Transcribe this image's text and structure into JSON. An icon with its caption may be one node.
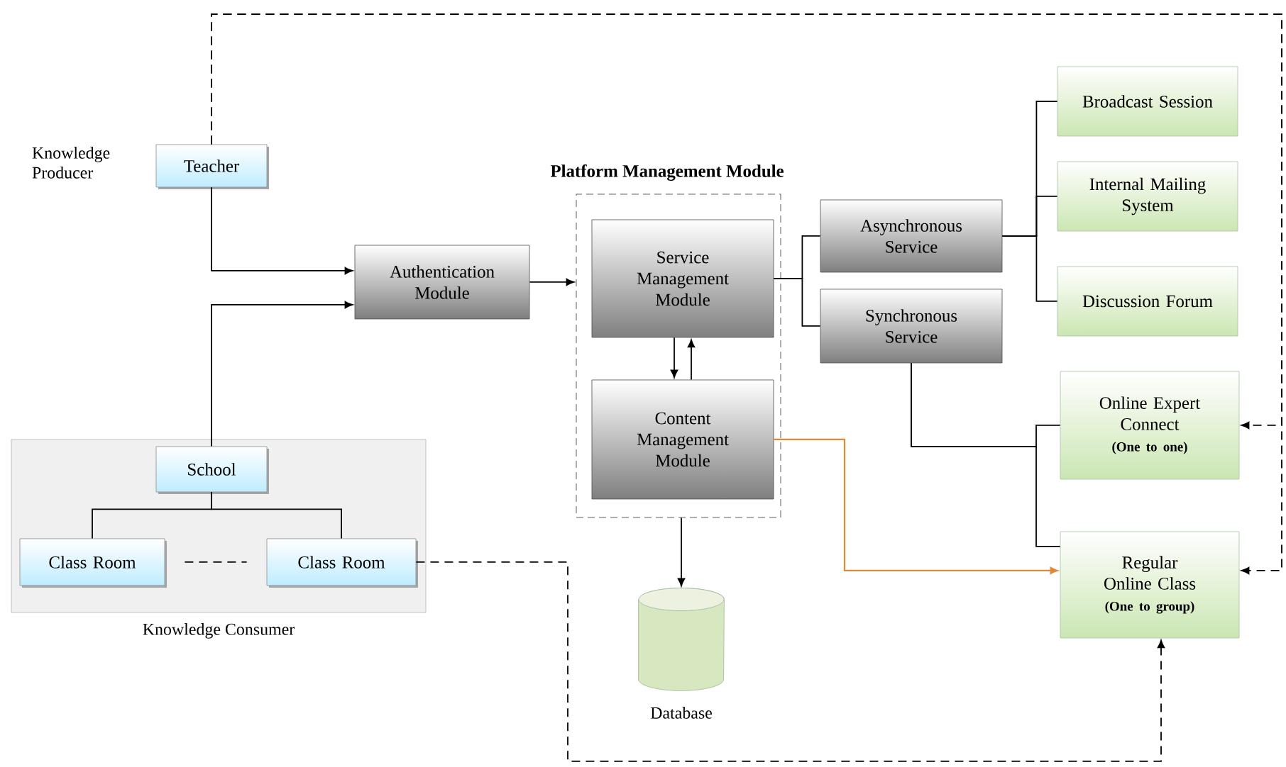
{
  "diagram": {
    "title": "Platform Management Module",
    "nodes": [
      {
        "text": [
          "Teacher"
        ],
        "beside": [
          "Knowledge Producer"
        ]
      },
      {
        "text": [
          "Knowledge Consumer"
        ]
      },
      {
        "text": [
          "School"
        ],
        "in": 1
      },
      {
        "text": [
          "Class Room"
        ],
        "in": 1
      },
      {
        "text": [
          "Class Room"
        ],
        "in": 1
      },
      {
        "text": [
          "Authentication Module"
        ]
      },
      {
        "text": [],
        "shape": "box"
      },
      {
        "text": [
          "Service Management Module"
        ],
        "in": 6
      },
      {
        "text": [
          "Content Management Module"
        ],
        "in": 6
      },
      {
        "text": [
          "Asynchronous Service"
        ]
      },
      {
        "text": [
          "Synchronous Service"
        ]
      },
      {
        "text": [
          "Broadcast Session"
        ]
      },
      {
        "text": [
          "Internal Mailing System"
        ]
      },
      {
        "text": [
          "Discussion Forum"
        ]
      },
      {
        "text": [
          "Online Expert Connect",
          "(One to one)"
        ]
      },
      {
        "text": [
          "Regular Online Class",
          "(One to group)"
        ]
      },
      {
        "text": [
          "Database"
        ]
      }
    ],
    "edges": [
      {
        "from": 0,
        "to": 5,
        "arrow": "to"
      },
      {
        "from": 2,
        "to": 5,
        "arrow": "to"
      },
      {
        "from": 5,
        "to": 6,
        "arrow": "to"
      },
      {
        "from": 2,
        "to": 3,
        "arrow": "none"
      },
      {
        "from": 2,
        "to": 4,
        "arrow": "none"
      },
      {
        "from": 3,
        "to": 4,
        "arrow": "none",
        "style": "dashed"
      },
      {
        "from": 7,
        "to": 8,
        "arrow": "to"
      },
      {
        "from": 8,
        "to": 7,
        "arrow": "to"
      },
      {
        "from": 7,
        "to": 9,
        "arrow": "none"
      },
      {
        "from": 7,
        "to": 10,
        "arrow": "none"
      },
      {
        "from": 9,
        "to": 11,
        "arrow": "none"
      },
      {
        "from": 9,
        "to": 12,
        "arrow": "none"
      },
      {
        "from": 9,
        "to": 13,
        "arrow": "none"
      },
      {
        "from": 10,
        "to": 14,
        "arrow": "none"
      },
      {
        "from": 10,
        "to": 15,
        "arrow": "none"
      },
      {
        "from": 8,
        "to": 15,
        "arrow": "to",
        "color": "#e0893a"
      },
      {
        "from": 6,
        "to": 16,
        "arrow": "to"
      },
      {
        "from": 0,
        "to": 14,
        "arrow": "to",
        "style": "dashed"
      },
      {
        "from": 0,
        "to": 15,
        "arrow": "to",
        "style": "dashed"
      },
      {
        "from": 4,
        "to": 15,
        "arrow": "to",
        "style": "dashed"
      }
    ]
  }
}
